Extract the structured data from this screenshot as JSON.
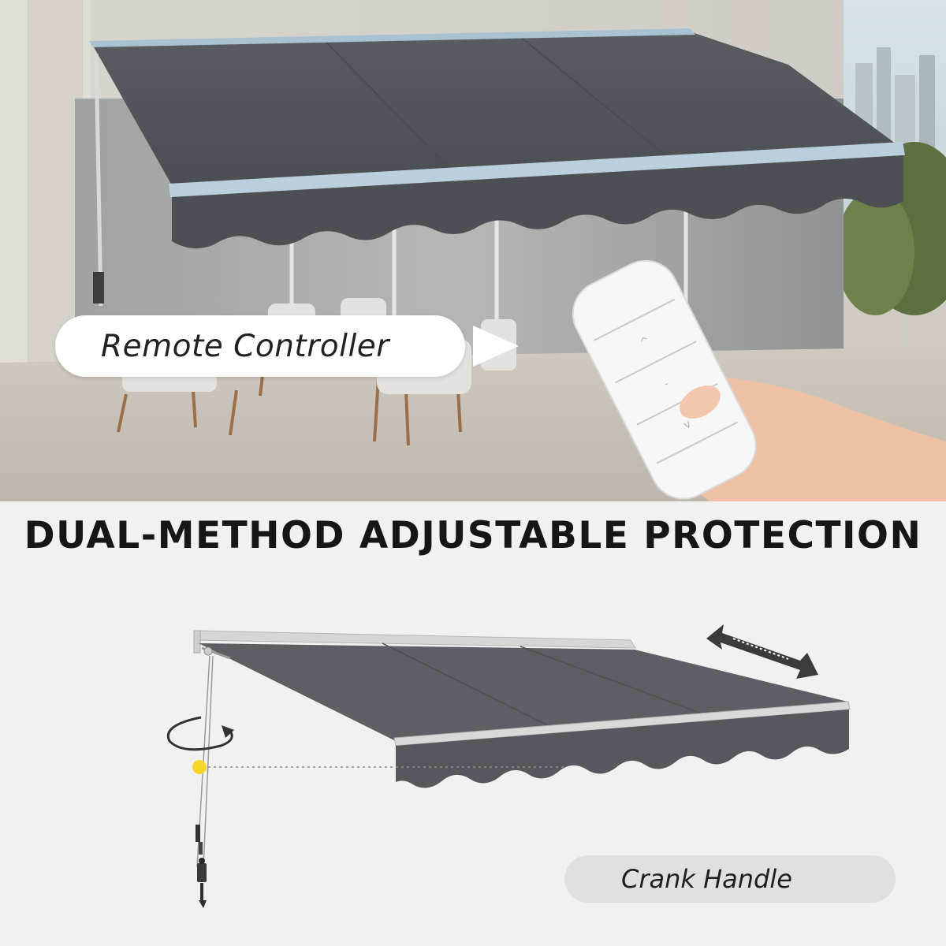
{
  "labels": {
    "remote": "Remote Controller",
    "headline": "DUAL-METHOD ADJUSTABLE PROTECTION",
    "crank": "Crank Handle"
  },
  "colors": {
    "awning_fabric": "#565a5e",
    "headline_text": "#161616",
    "background": "#f1f1f1",
    "crank_marker": "#f5d52a"
  },
  "icons": {
    "play": "play-arrow-icon",
    "rotate": "rotate-icon",
    "extend": "double-arrow-icon"
  }
}
